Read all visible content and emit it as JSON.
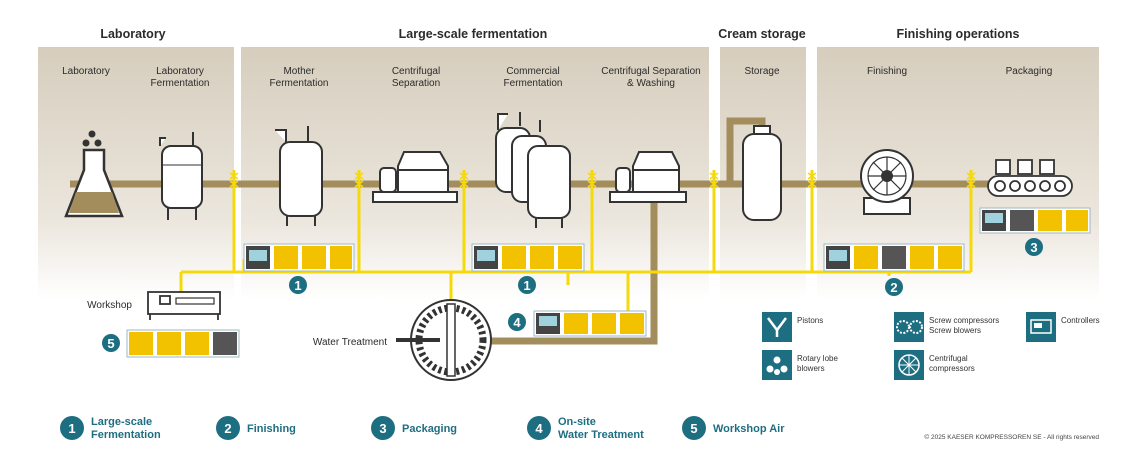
{
  "headers": {
    "laboratory": "Laboratory",
    "large_scale": "Large-scale fermentation",
    "cream": "Cream storage",
    "finishing": "Finishing operations"
  },
  "stages": {
    "lab": "Laboratory",
    "lab_ferm_1": "Laboratory",
    "lab_ferm_2": "Fermentation",
    "mother_1": "Mother",
    "mother_2": "Fermentation",
    "centsep_1": "Centrifugal",
    "centsep_2": "Separation",
    "commercial_1": "Commercial",
    "commercial_2": "Fermentation",
    "centwash_1": "Centrifugal Separation",
    "centwash_2": "& Washing",
    "storage": "Storage",
    "finishing": "Finishing",
    "packaging": "Packaging"
  },
  "labels": {
    "workshop": "Workshop",
    "water_treatment": "Water Treatment"
  },
  "markers": [
    "1",
    "1",
    "2",
    "3",
    "4",
    "5"
  ],
  "legend": {
    "pistons": "Pistons",
    "screw_1": "Screw compressors",
    "screw_2": "Screw blowers",
    "controllers": "Controllers",
    "rotary_1": "Rotary lobe",
    "rotary_2": "blowers",
    "centrifugal_1": "Centrifugal",
    "centrifugal_2": "compressors"
  },
  "key": [
    {
      "num": "1",
      "line1": "Large-scale",
      "line2": "Fermentation"
    },
    {
      "num": "2",
      "line1": "Finishing",
      "line2": ""
    },
    {
      "num": "3",
      "line1": "Packaging",
      "line2": ""
    },
    {
      "num": "4",
      "line1": "On-site",
      "line2": "Water Treatment"
    },
    {
      "num": "5",
      "line1": "Workshop Air",
      "line2": ""
    }
  ],
  "copyright": "© 2025 KAESER KOMPRESSOREN SE - All rights reserved",
  "colors": {
    "panel": "#d9d1c2",
    "pipe": "#a48d5c",
    "air_line": "#f5d90a",
    "teal": "#1e6e82",
    "equipment_yellow": "#f2c200"
  }
}
